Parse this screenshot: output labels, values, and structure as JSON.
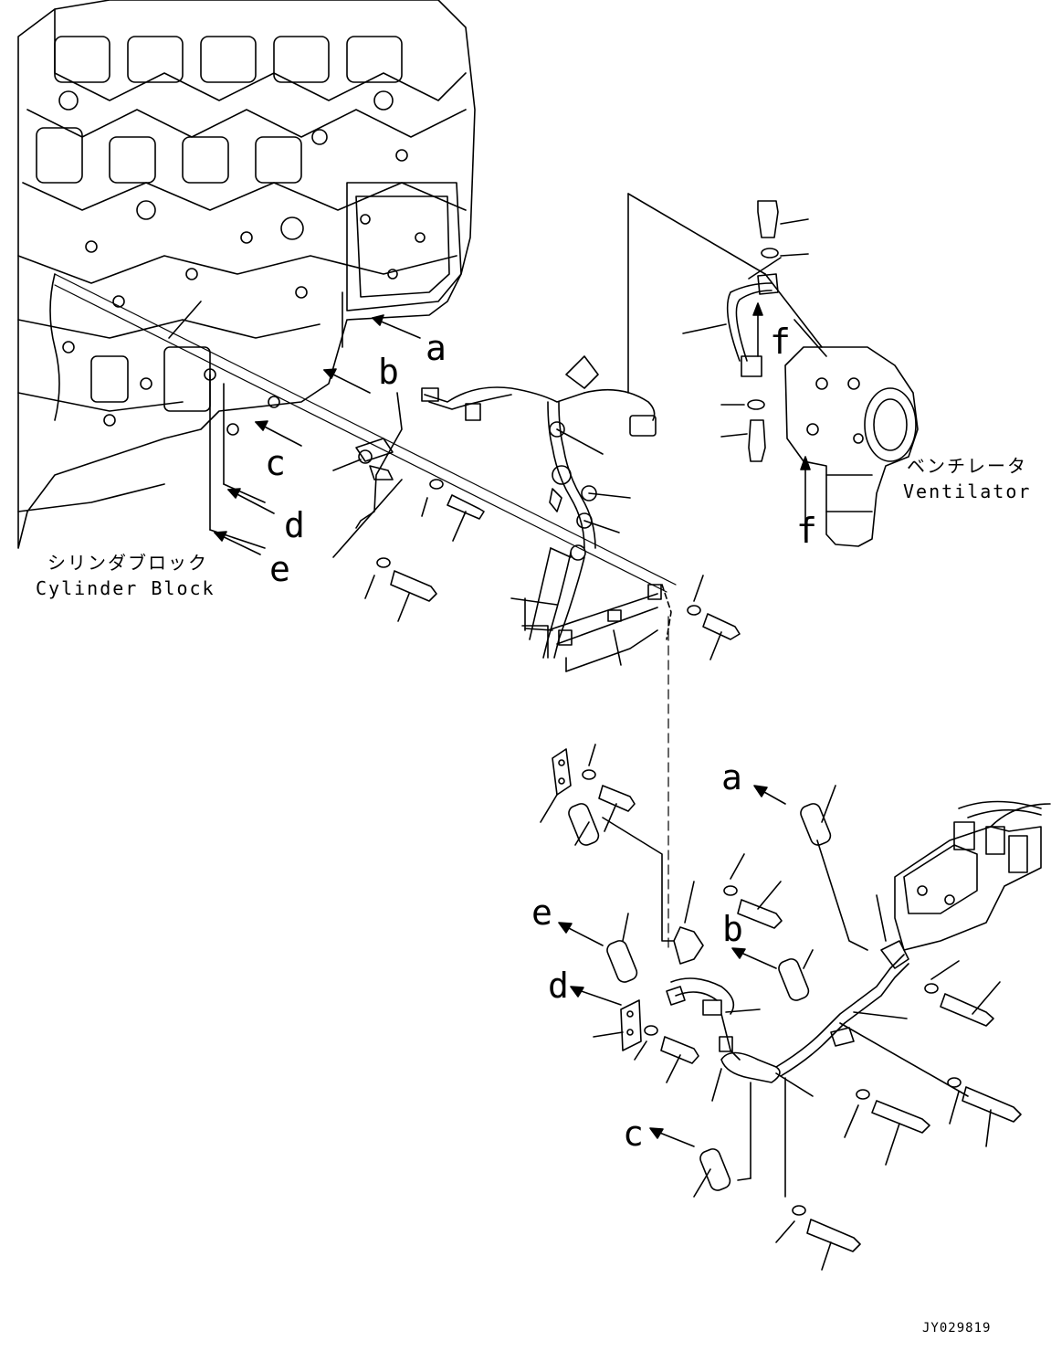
{
  "callouts": {
    "a_top": "a",
    "b_top": "b",
    "c_top": "c",
    "d_top": "d",
    "e_top": "e",
    "f_right": "f",
    "f_bottom": "f",
    "a_bottom": "a",
    "b_bottom": "b",
    "c_bottom": "c",
    "d_bottom": "d",
    "e_bottom": "e"
  },
  "labels": {
    "cylinder_block_jp": "シリンダブロック",
    "cylinder_block_en": "Cylinder Block",
    "ventilator_jp": "ベンチレータ",
    "ventilator_en": "Ventilator"
  },
  "drawing_code": "JY029819"
}
